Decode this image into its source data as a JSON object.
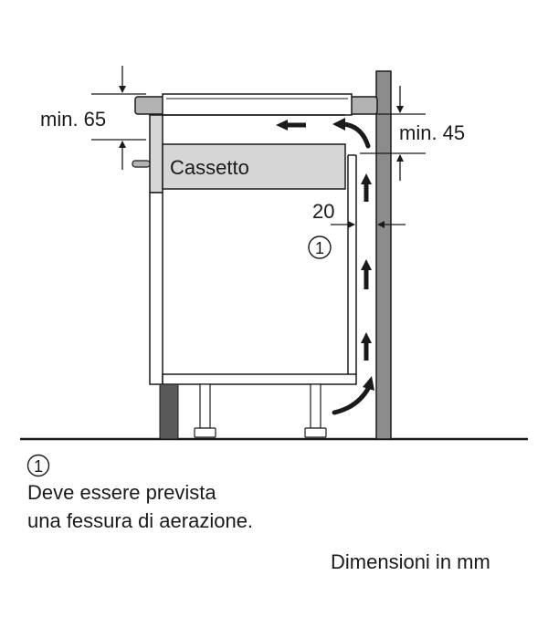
{
  "diagram": {
    "label_min_top": "min. 65",
    "label_min_right": "min. 45",
    "label_drawer": "Cassetto",
    "label_gap": "20",
    "callout_number": "1"
  },
  "legend": {
    "number": "1",
    "line1": "Deve essere prevista",
    "line2": "una fessura di aerazione."
  },
  "footer": {
    "units": "Dimensioni in mm"
  },
  "colors": {
    "line": "#1a1a1a",
    "wall": "#8c8c8c",
    "drawer": "#d6d6d6",
    "cooktop": "#b3b3b3",
    "plinth": "#595959"
  }
}
